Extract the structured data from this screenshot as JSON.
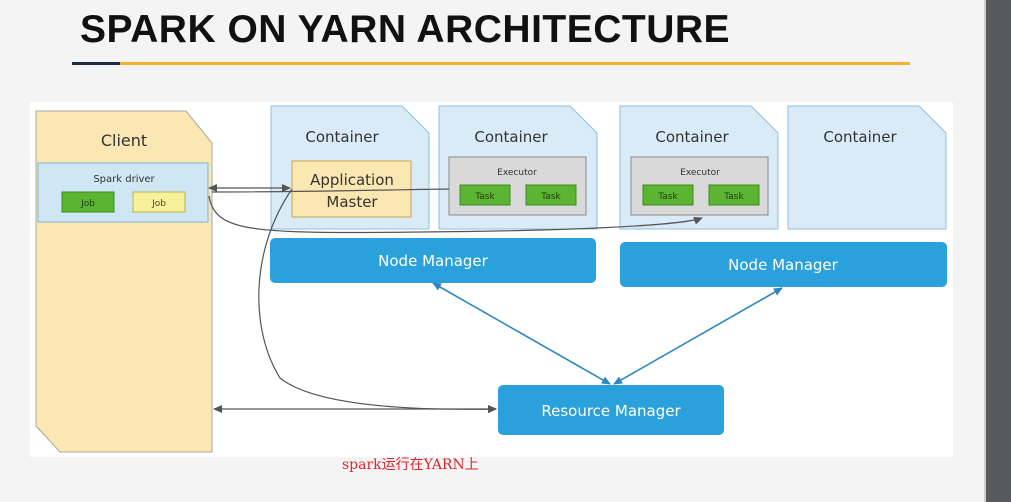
{
  "slide": {
    "title": "SPARK ON YARN ARCHITECTURE",
    "caption": "spark运行在YARN上"
  },
  "diagram": {
    "client": {
      "label": "Client",
      "driver": "Spark driver",
      "jobs": [
        "Job",
        "Job"
      ]
    },
    "containers": [
      "Container",
      "Container",
      "Container",
      "Container"
    ],
    "application_master": [
      "Application",
      "Master"
    ],
    "executors": [
      {
        "label": "Executor",
        "tasks": [
          "Task",
          "Task"
        ]
      },
      {
        "label": "Executor",
        "tasks": [
          "Task",
          "Task"
        ]
      }
    ],
    "node_managers": [
      "Node Manager",
      "Node Manager"
    ],
    "resource_manager": "Resource Manager"
  },
  "colors": {
    "client_fill": "#fbe7b1",
    "container_fill": "#d8ebf6",
    "manager_fill": "#2aa1dc",
    "task_fill": "#5bb432",
    "caption": "#e0262e"
  }
}
